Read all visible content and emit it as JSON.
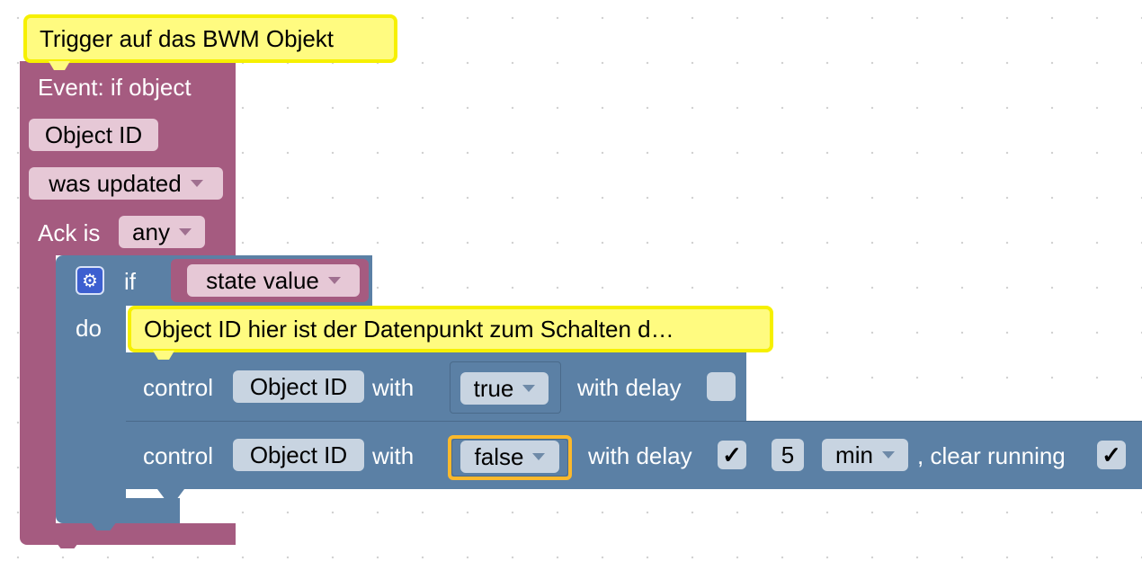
{
  "comments": {
    "top": "Trigger auf das BWM Objekt",
    "inner": "Object ID hier ist der Datenpunkt zum Schalten d…"
  },
  "event": {
    "title": "Event: if object",
    "object_id": "Object ID",
    "trigger": "was updated",
    "ack_label": "Ack is",
    "ack_value": "any"
  },
  "if_block": {
    "if_label": "if",
    "do_label": "do",
    "condition": "state value",
    "gear_icon": "gear-icon"
  },
  "control1": {
    "label": "control",
    "object_id": "Object ID",
    "with_label": "with",
    "value": "true",
    "delay_label": "with delay",
    "delay_checked": false
  },
  "control2": {
    "label": "control",
    "object_id": "Object ID",
    "with_label": "with",
    "value": "false",
    "delay_label": "with delay",
    "delay_check": "✓",
    "delay_amount": "5",
    "delay_unit": "min",
    "clear_label": ", clear running",
    "clear_check": "✓"
  },
  "colors": {
    "event_block": "#a55b80",
    "logic_block": "#5b80a5",
    "comment_fill": "#fffb80",
    "comment_border": "#f6f000",
    "selection": "#fbb92c"
  }
}
